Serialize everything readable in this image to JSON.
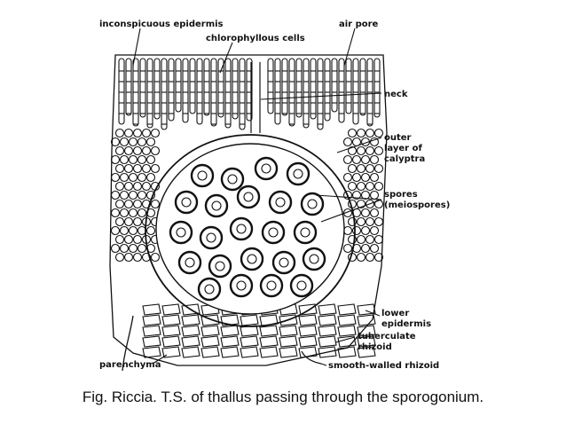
{
  "labels": {
    "epidermis": "inconspicuous epidermis",
    "chlorophyllous": "chlorophyllous cells",
    "air_pore": "air pore",
    "neck": "neck",
    "calyptra_1": "outer",
    "calyptra_2": "layer of",
    "calyptra_3": "calyptra",
    "spores_1": "spores",
    "spores_2": "(meiospores)",
    "lower_1": "lower",
    "lower_2": "epidermis",
    "tuberculate_1": "tuberculate",
    "tuberculate_2": "rhizoid",
    "parenchyma": "parenchyma",
    "smooth": "smooth-walled rhizoid"
  },
  "caption": "Fig. Riccia. T.S. of thallus passing through the sporogonium.",
  "colors": {
    "ink": "#111111",
    "background": "#ffffff"
  }
}
